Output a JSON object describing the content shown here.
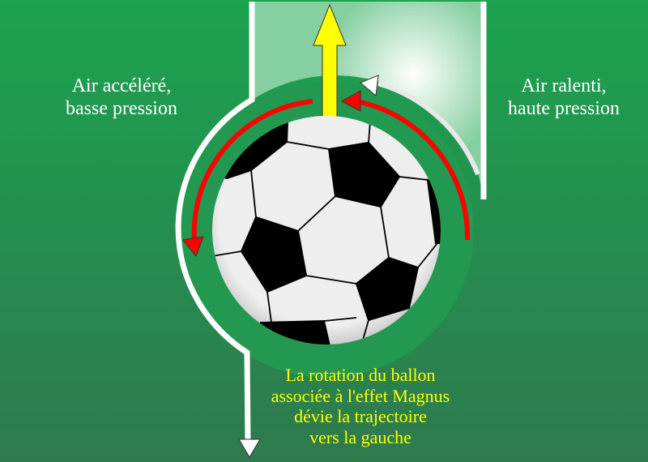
{
  "labels": {
    "left": [
      "Air accéléré,",
      "basse pression"
    ],
    "right": [
      "Air ralenti,",
      "haute pression"
    ],
    "bottom": [
      "La rotation du ballon",
      "associée à l'effet Magnus",
      "dévie la trajectoire",
      "vers la gauche"
    ]
  },
  "colors": {
    "background_top": "#1ba34f",
    "background_bottom": "#2e7d4f",
    "wake": "#86cfa0",
    "airflow_arrow": "#ff0000",
    "force_arrow": "#ffff00",
    "trajectory": "#ffffff",
    "label_text": "#ffffff",
    "caption_text": "#ffff00"
  },
  "icons": {
    "ball": "soccer-ball",
    "force": "arrow-up",
    "trajectory_end": "arrow-down"
  }
}
